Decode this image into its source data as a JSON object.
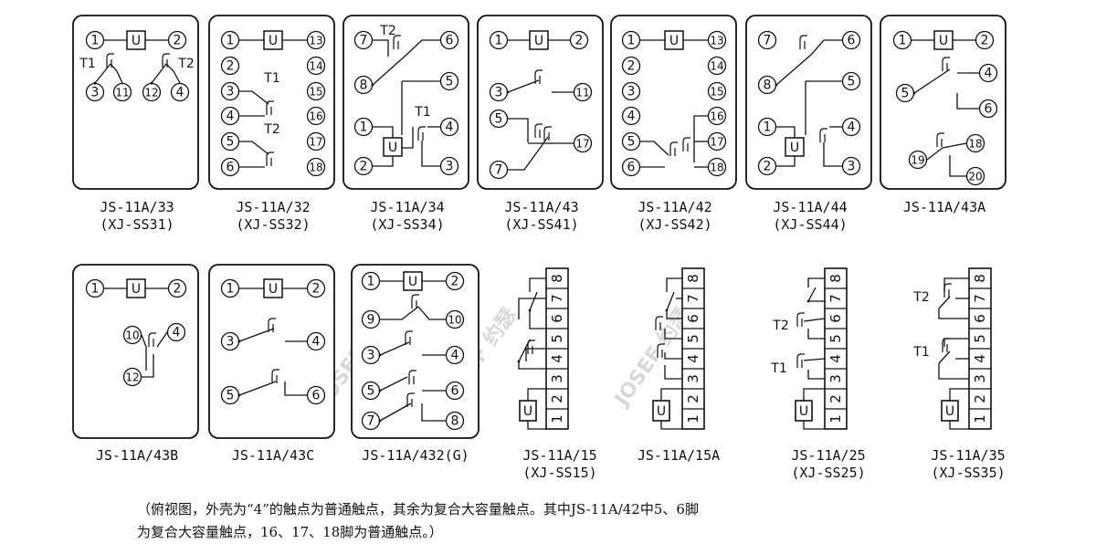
{
  "captions": {
    "d1": {
      "model": "JS-11A/33",
      "alias": "(XJ-SS31)"
    },
    "d2": {
      "model": "JS-11A/32",
      "alias": "(XJ-SS32)"
    },
    "d3": {
      "model": "JS-11A/34",
      "alias": "(XJ-SS34)"
    },
    "d4": {
      "model": "JS-11A/43",
      "alias": "(XJ-SS41)"
    },
    "d5": {
      "model": "JS-11A/42",
      "alias": "(XJ-SS42)"
    },
    "d6": {
      "model": "JS-11A/44",
      "alias": "(XJ-SS44)"
    },
    "d7": {
      "model": "JS-11A/43A"
    },
    "d8": {
      "model": "JS-11A/43B"
    },
    "d9": {
      "model": "JS-11A/43C"
    },
    "d10": {
      "model": "JS-11A/432(G)"
    },
    "d11": {
      "model": "JS-11A/15",
      "alias": "(XJ-SS15)"
    },
    "d12": {
      "model": "JS-11A/15A"
    },
    "d13": {
      "model": "JS-11A/25",
      "alias": "(XJ-SS25)"
    },
    "d14": {
      "model": "JS-11A/35",
      "alias": "(XJ-SS35)"
    }
  },
  "labels": {
    "coil": "U",
    "timer1": "T1",
    "timer2": "T2",
    "pins": [
      "1",
      "2",
      "3",
      "4",
      "5",
      "6",
      "7",
      "8",
      "9",
      "10",
      "11",
      "12",
      "13",
      "14",
      "15",
      "16",
      "17",
      "18",
      "19",
      "20"
    ],
    "terminal_strip": [
      "8",
      "7",
      "6",
      "5",
      "4",
      "3",
      "2",
      "1"
    ]
  },
  "watermark": "JOSEF 约瑟",
  "note": {
    "line1": "（俯视图，外壳为“4”的触点为普通触点，其余为复合大容量触点。其中JS-11A/42中5、6脚",
    "line2": "为复合大容量触点，16、17、18脚为普通触点。）"
  },
  "colors": {
    "ink": "#111111",
    "watermark": "#d8d8d8",
    "background": "#ffffff"
  }
}
